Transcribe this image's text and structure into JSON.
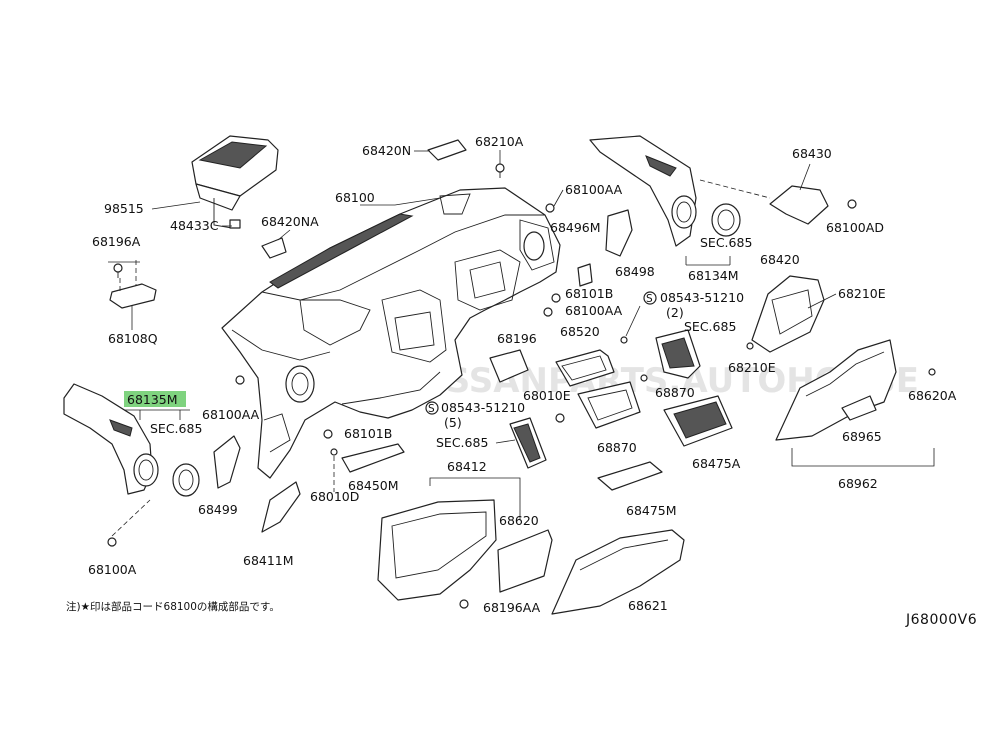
{
  "watermark": "ALLNISSANPARTS.AUTOHOUSE",
  "highlighted_part": "68135M",
  "labels": {
    "l68420N": "68420N",
    "l68210A": "68210A",
    "l68100": "68100",
    "l98515": "98515",
    "l48433C": "48433C",
    "l68196A": "68196A",
    "l68420NA": "68420NA",
    "l68108Q": "68108Q",
    "l68100AA_top": "68100AA",
    "l68496M": "68496M",
    "l68498": "68498",
    "l68101B_top": "68101B",
    "l68100AA_mid": "68100AA",
    "l08543_top": "08543-51210",
    "l08543_top_qty": "(2)",
    "l68196": "68196",
    "l68520": "68520",
    "l68430": "68430",
    "l68100AD": "68100AD",
    "l68134M": "68134M",
    "lSEC685_a": "SEC.685",
    "l68420": "68420",
    "l68210E_top": "68210E",
    "lSEC685_b": "SEC.685",
    "l68210E_mid": "68210E",
    "l68620A": "68620A",
    "l68135M": "68135M",
    "lSEC685_c": "SEC.685",
    "l68100AA_left": "68100AA",
    "l08543_mid": "08543-51210",
    "l08543_mid_qty": "(5)",
    "l68010E": "68010E",
    "l68870_a": "68870",
    "l68870_b": "68870",
    "l68965": "68965",
    "l68101B_mid": "68101B",
    "lSEC685_d": "SEC.685",
    "l68475A": "68475A",
    "l68962": "68962",
    "l68499": "68499",
    "l68450M": "68450M",
    "l68010D": "68010D",
    "l68412": "68412",
    "l68475M": "68475M",
    "l68411M": "68411M",
    "l68620": "68620",
    "l68100A": "68100A",
    "l68196AA": "68196AA",
    "l68621": "68621"
  },
  "footnote": "注)★印は部品コード68100の構成部品です。",
  "diagram_code": "J68000V6",
  "colors": {
    "highlight": "#7fd37f",
    "ink": "#222222"
  }
}
